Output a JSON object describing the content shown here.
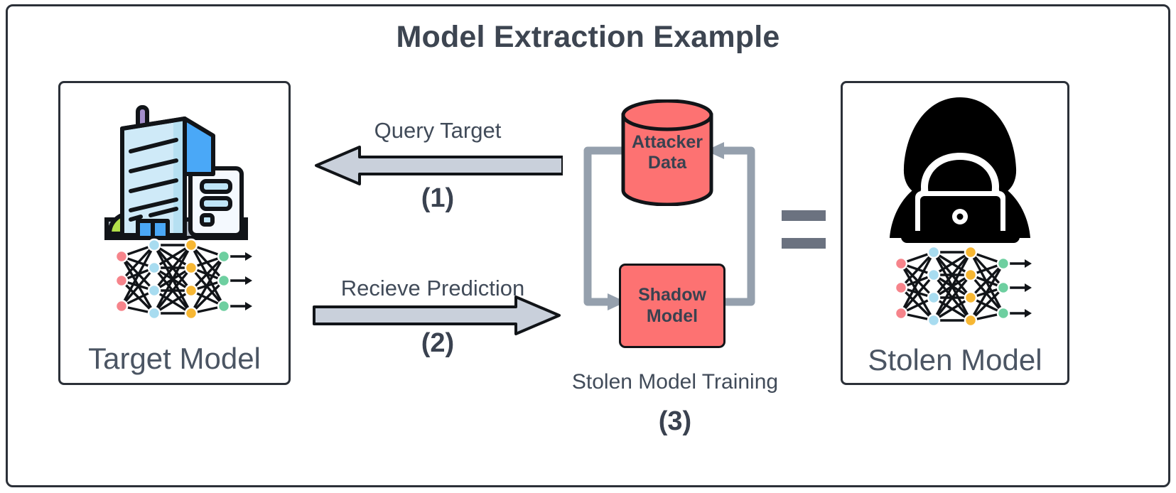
{
  "title": "Model Extraction Example",
  "colors": {
    "title_text": "#3d4551",
    "frame_border": "#2b3038",
    "salmon": "#fd7272",
    "arrow_fill": "#c9d0db",
    "arrow_stroke": "#111418",
    "loop_line": "#95a0ad",
    "equals": "#6b7280",
    "caption_text": "#4b5563"
  },
  "left_panel": {
    "caption": "Target Model",
    "building_icon": "office-building-icon",
    "network_icon": "neural-network-icon"
  },
  "right_panel": {
    "caption": "Stolen Model",
    "hacker_icon": "hooded-hacker-laptop-icon",
    "network_icon": "neural-network-icon"
  },
  "flows": [
    {
      "label": "Query Target",
      "step": "(1)",
      "direction": "left",
      "name": "query-target-arrow"
    },
    {
      "label": "Recieve Prediction",
      "step": "(2)",
      "direction": "right",
      "name": "receive-prediction-arrow"
    }
  ],
  "training_loop": {
    "data_store": {
      "line1": "Attacker",
      "line2": "Data",
      "shape": "cylinder"
    },
    "model_node": {
      "line1": "Shadow",
      "line2": "Model",
      "shape": "rounded-rect"
    },
    "caption": "Stolen Model Training",
    "step": "(3)"
  },
  "equality": {
    "symbol": "equals-sign",
    "meaning": "Target Model equals Stolen Model"
  }
}
